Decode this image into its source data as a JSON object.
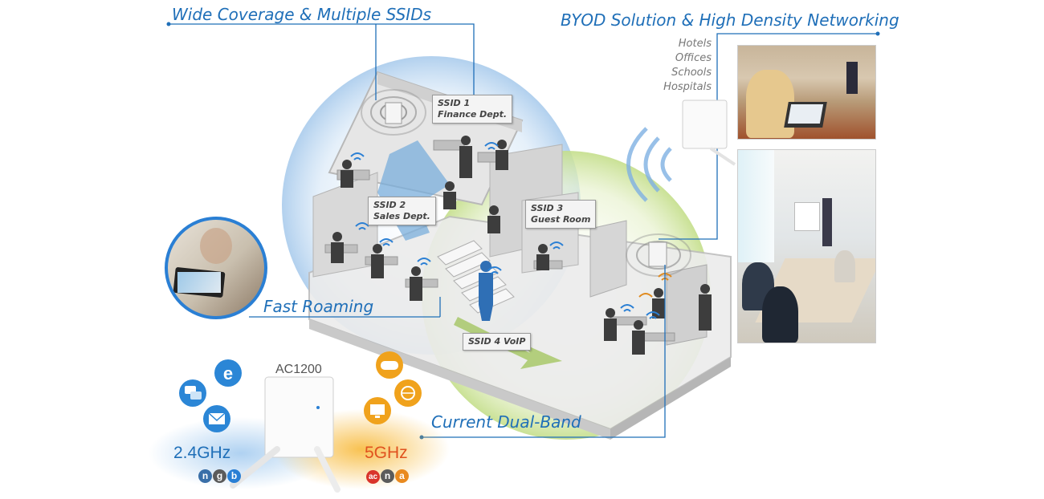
{
  "headings": {
    "wide_coverage": "Wide Coverage & Multiple SSIDs",
    "byod": "BYOD Solution & High Density Networking",
    "fast_roaming": "Fast Roaming",
    "dual_band": "Current Dual-Band"
  },
  "venues": [
    "Hotels",
    "Offices",
    "Schools",
    "Hospitals"
  ],
  "ssids": {
    "ssid1": {
      "line1": "SSID 1",
      "line2": "Finance Dept."
    },
    "ssid2": {
      "line1": "SSID 2",
      "line2": "Sales Dept."
    },
    "ssid3": {
      "line1": "SSID 3",
      "line2": "Guest Room"
    },
    "ssid4": {
      "line1": "SSID 4  VoIP"
    }
  },
  "product": {
    "model": "AC1200",
    "band_24": "2.4GHz",
    "band_5": "5GHz",
    "band_24_standards": [
      "n",
      "g",
      "b"
    ],
    "band_5_standards": [
      "ac",
      "n",
      "a"
    ]
  },
  "colors": {
    "accent": "#1f6fb8",
    "bubble_blue": "#cfe3f5",
    "bubble_green": "#d9eab4",
    "band_24": "#1f6fb8",
    "band_5": "#e0521f"
  },
  "icons": [
    "internet-explorer-icon",
    "chat-icon",
    "email-icon",
    "game-controller-icon",
    "voip-phone-icon",
    "video-monitor-icon",
    "wifi-icon"
  ]
}
